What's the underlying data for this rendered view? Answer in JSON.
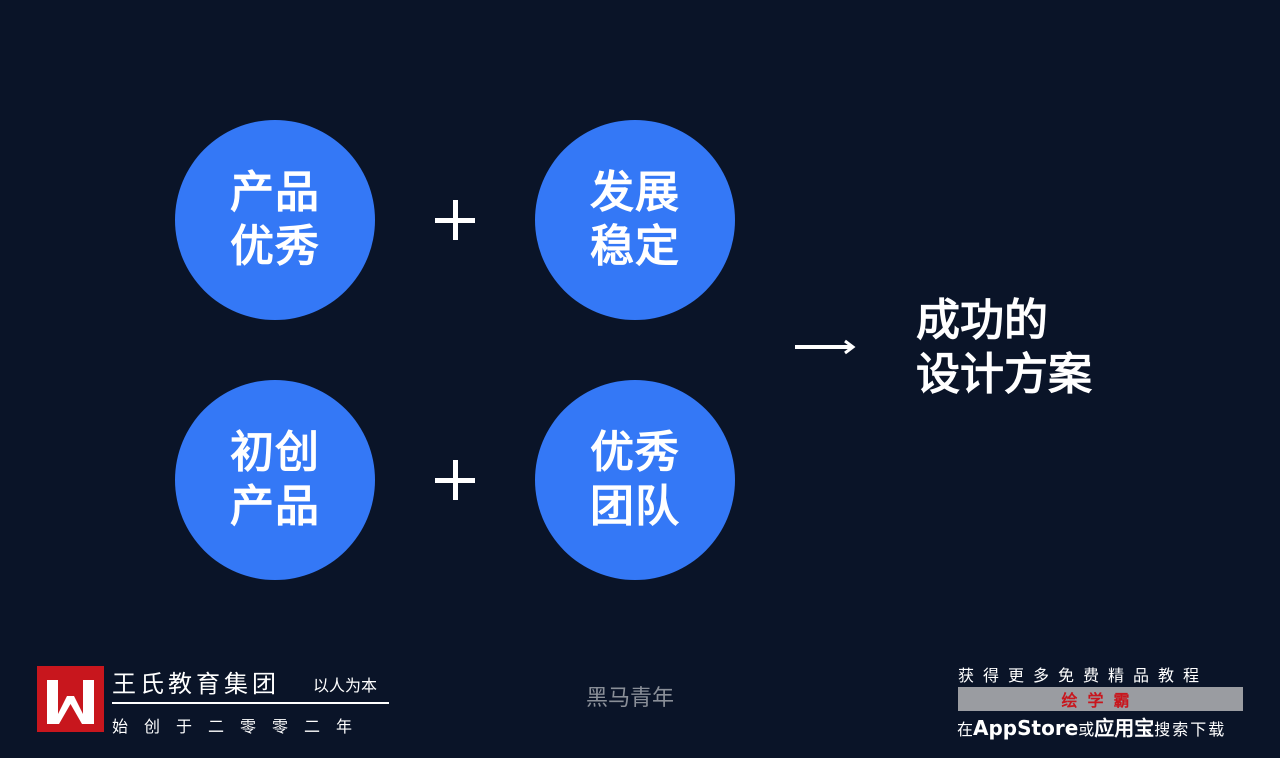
{
  "circles": [
    {
      "line1": "产品",
      "line2": "优秀"
    },
    {
      "line1": "发展",
      "line2": "稳定"
    },
    {
      "line1": "初创",
      "line2": "产品"
    },
    {
      "line1": "优秀",
      "line2": "团队"
    }
  ],
  "result": {
    "line1": "成功的",
    "line2": "设计方案"
  },
  "colors": {
    "background": "#0a1428",
    "circle": "#3478f6",
    "brand_red": "#c8161d"
  },
  "footer": {
    "org_name": "王氏教育集团",
    "slogan": "以人为本",
    "since": "始创于二零零二年",
    "watermark": "黑马青年",
    "promo_top": "获得更多免费精品教程",
    "promo_app": "绘学霸",
    "promo_in": "在",
    "promo_store": "AppStore",
    "promo_or": "或",
    "promo_yyb": "应用宝",
    "promo_tail": "搜索下载"
  }
}
